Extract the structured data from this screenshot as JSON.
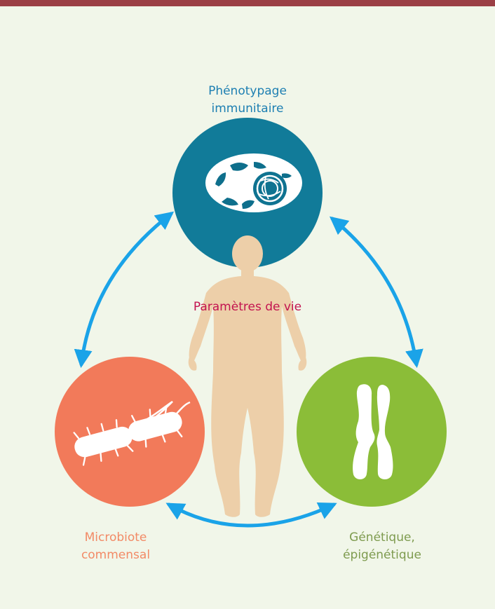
{
  "labels": {
    "immune_line1": "Phénotypage",
    "immune_line2": "immunitaire",
    "life_parameters": "Paramètres de vie",
    "microbiota_line1": "Microbiote",
    "microbiota_line2": "commensal",
    "genetics_line1": "Génétique,",
    "genetics_line2": "épigénétique"
  },
  "colors": {
    "header_rule": "#9b3f45",
    "background": "#f1f6e9",
    "immune_circle": "#117b99",
    "microbiota_circle": "#f27a5a",
    "genetics_circle": "#8bbd38",
    "arrow": "#1aa3e8",
    "human_silhouette": "#edcfa9",
    "life_text": "#c3134f"
  },
  "icons": {
    "immune": "immune-cell-icon",
    "microbiota": "bacterium-icon",
    "genetics": "chromosome-icon",
    "human": "human-silhouette"
  }
}
